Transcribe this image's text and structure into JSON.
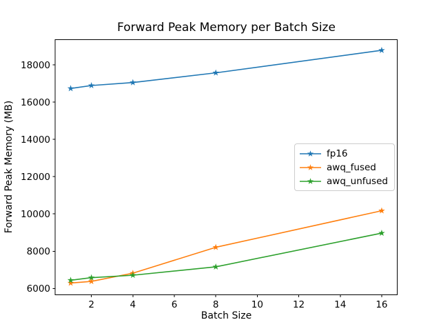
{
  "figure": {
    "background": "#ffffff",
    "spine_color": "#000000"
  },
  "chart_data": {
    "type": "line",
    "title": "Forward Peak Memory per Batch Size",
    "xlabel": "Batch Size",
    "ylabel": "Forward Peak Memory (MB)",
    "marker": "star",
    "grid": false,
    "legend_position": "center right",
    "x": [
      1,
      2,
      4,
      8,
      16
    ],
    "series": [
      {
        "name": "fp16",
        "color": "#1f77b4",
        "values": [
          16730,
          16890,
          17050,
          17570,
          18780
        ]
      },
      {
        "name": "awq_fused",
        "color": "#ff7f0e",
        "values": [
          6290,
          6380,
          6820,
          8210,
          10170
        ]
      },
      {
        "name": "awq_unfused",
        "color": "#2ca02c",
        "values": [
          6440,
          6580,
          6710,
          7160,
          8970
        ]
      }
    ],
    "xlim": [
      0.25,
      16.75
    ],
    "ylim": [
      5660,
      19350
    ],
    "xticks": [
      2,
      4,
      6,
      8,
      10,
      12,
      14,
      16
    ],
    "yticks": [
      6000,
      8000,
      10000,
      12000,
      14000,
      16000,
      18000
    ]
  }
}
